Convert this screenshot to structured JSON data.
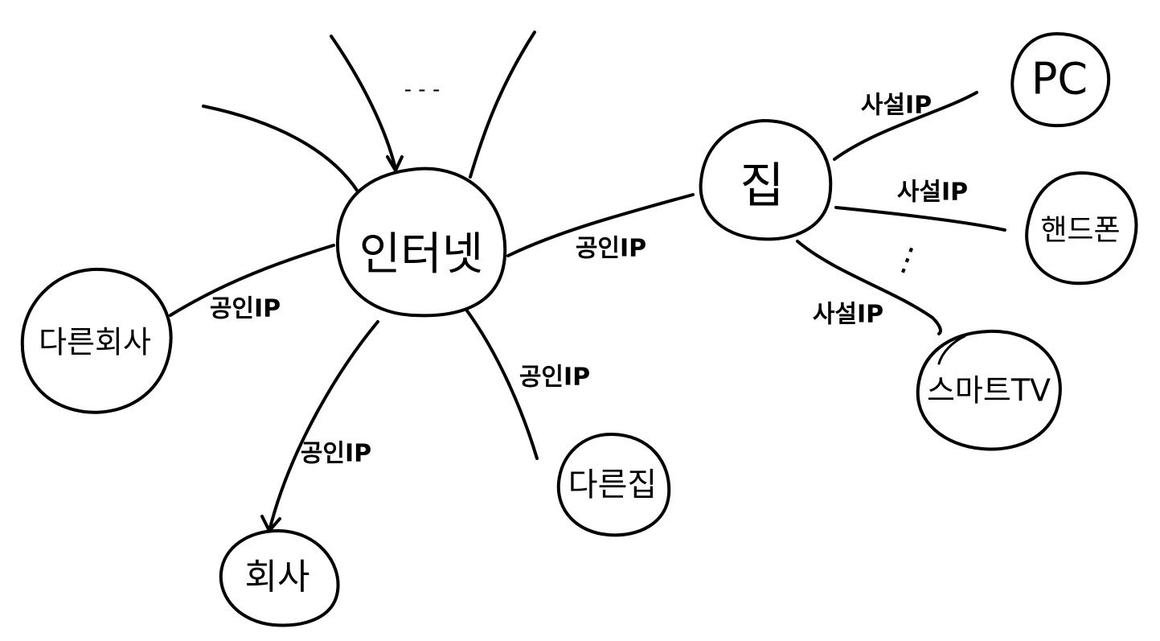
{
  "nodes": {
    "internet": "인터넷",
    "home": "집",
    "other_company": "다른회사",
    "company": "회사",
    "other_home": "다른집",
    "pc": "PC",
    "phone": "핸드폰",
    "smart_tv": "스마트TV"
  },
  "edges": {
    "internet_home": "공인IP",
    "internet_other_company": "공인IP",
    "internet_company": "공인IP",
    "internet_other_home": "공인IP",
    "home_pc": "사설IP",
    "home_phone": "사설IP",
    "home_smart_tv": "사설IP"
  },
  "ellipsis": {
    "top": "- - -",
    "home_devices": "⋮"
  }
}
